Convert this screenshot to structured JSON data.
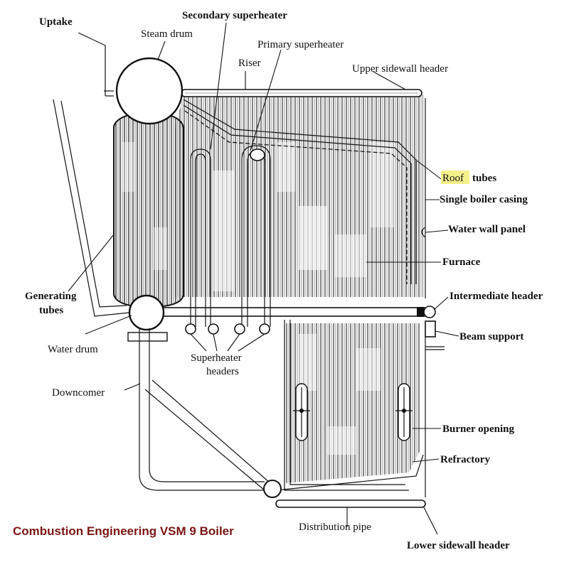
{
  "labels": {
    "uptake": "Uptake",
    "secondary_superheater": "Secondary superheater",
    "steam_drum": "Steam drum",
    "primary_superheater": "Primary superheater",
    "riser": "Riser",
    "upper_sidewall_header": "Upper sidewall header",
    "roof_tubes_word1": "Roof",
    "roof_tubes_word2": "tubes",
    "single_boiler_casing": "Single boiler casing",
    "water_wall_panel": "Water wall panel",
    "furnace": "Furnace",
    "generating_tubes_line1": "Generating",
    "generating_tubes_line2": "tubes",
    "intermediate_header": "Intermediate header",
    "beam_support": "Beam support",
    "water_drum": "Water drum",
    "superheater_headers_line1": "Superheater",
    "superheater_headers_line2": "headers",
    "downcomer": "Downcomer",
    "burner_opening": "Burner opening",
    "refractory": "Refractory",
    "distribution_pipe": "Distribution pipe",
    "lower_sidewall_header": "Lower sidewall header"
  },
  "caption": "Combustion Engineering VSM 9 Boiler",
  "colors": {
    "caption": "#7a1414",
    "highlight": "#f4f08a",
    "ink": "#111111"
  }
}
